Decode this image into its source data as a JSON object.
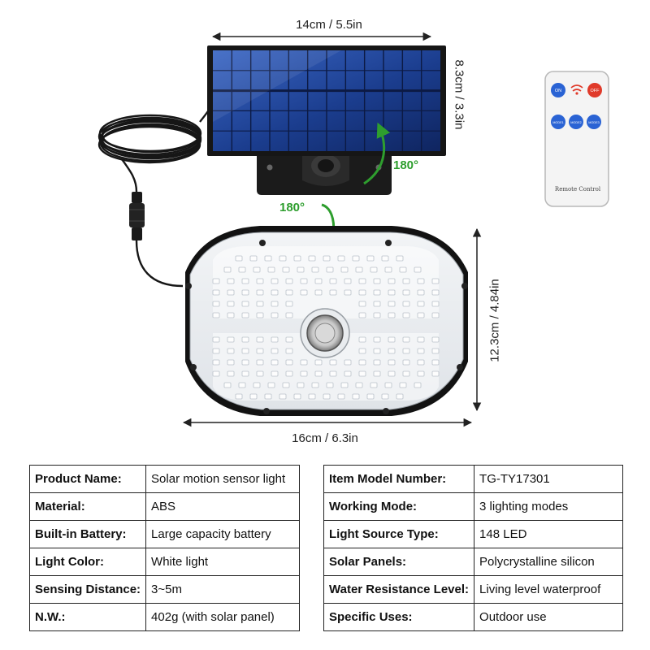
{
  "dimensions": {
    "panel_width": "14cm / 5.5in",
    "panel_height": "8.3cm / 3.3in",
    "lamp_width": "16cm / 6.3in",
    "lamp_height": "12.3cm / 4.84in"
  },
  "rotation": {
    "panel": "180°",
    "lamp": "180°"
  },
  "remote": {
    "buttons": [
      "ON",
      "OFF",
      "MODE1",
      "MODE2",
      "MODE3"
    ],
    "label": "Remote Control",
    "colors": {
      "button": "#2a63d4",
      "off_button": "#e03a2a"
    }
  },
  "lamp": {
    "led_count_label": "148 LED"
  },
  "specs_left": [
    {
      "key": "Product Name:",
      "value": "Solar motion sensor light"
    },
    {
      "key": "Material:",
      "value": "ABS"
    },
    {
      "key": "Built-in Battery:",
      "value": "Large capacity battery"
    },
    {
      "key": "Light Color:",
      "value": "White light"
    },
    {
      "key": "Sensing Distance:",
      "value": "3~5m"
    },
    {
      "key": "N.W.:",
      "value": "402g (with solar panel)"
    }
  ],
  "specs_right": [
    {
      "key": "Item Model Number:",
      "value": "TG-TY17301"
    },
    {
      "key": "Working Mode:",
      "value": "3 lighting modes"
    },
    {
      "key": "Light Source Type:",
      "value": "148 LED"
    },
    {
      "key": "Solar Panels:",
      "value": "Polycrystalline silicon"
    },
    {
      "key": "Water Resistance Level:",
      "value": "Living level waterproof"
    },
    {
      "key": "Specific Uses:",
      "value": "Outdoor use"
    }
  ],
  "colors": {
    "accent_green": "#2e9e2e",
    "panel_blue": "#1f3f8f"
  }
}
